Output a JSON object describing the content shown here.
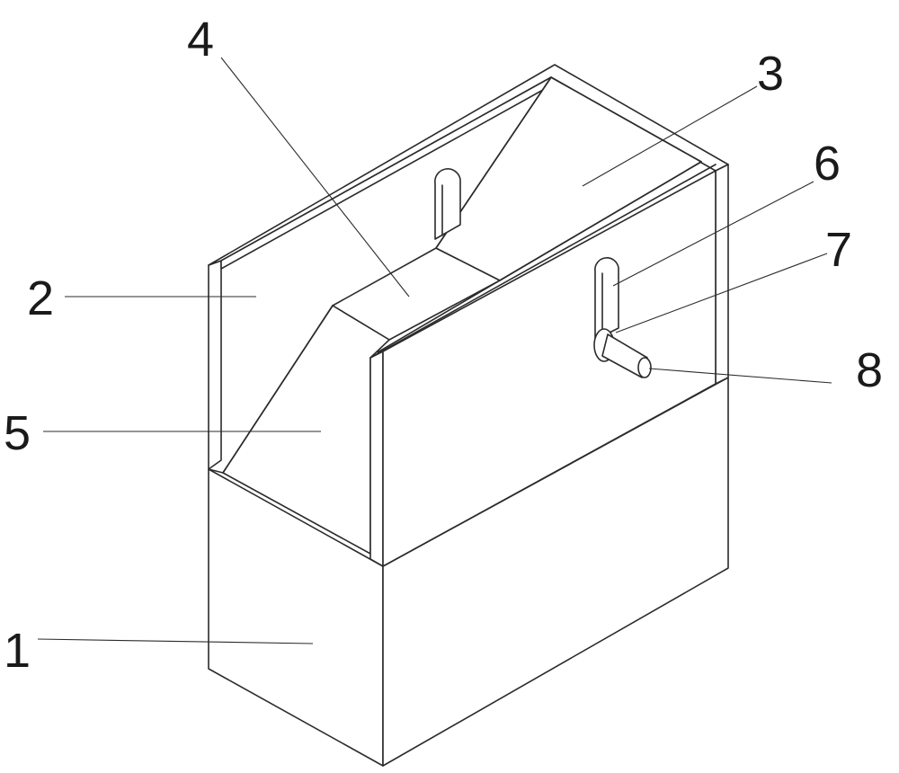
{
  "diagram": {
    "callouts": [
      {
        "id": "1",
        "label": "1"
      },
      {
        "id": "2",
        "label": "2"
      },
      {
        "id": "3",
        "label": "3"
      },
      {
        "id": "4",
        "label": "4"
      },
      {
        "id": "5",
        "label": "5"
      },
      {
        "id": "6",
        "label": "6"
      },
      {
        "id": "7",
        "label": "7"
      },
      {
        "id": "8",
        "label": "8"
      }
    ],
    "line_color": "#2b2b2b",
    "background": "#ffffff"
  }
}
